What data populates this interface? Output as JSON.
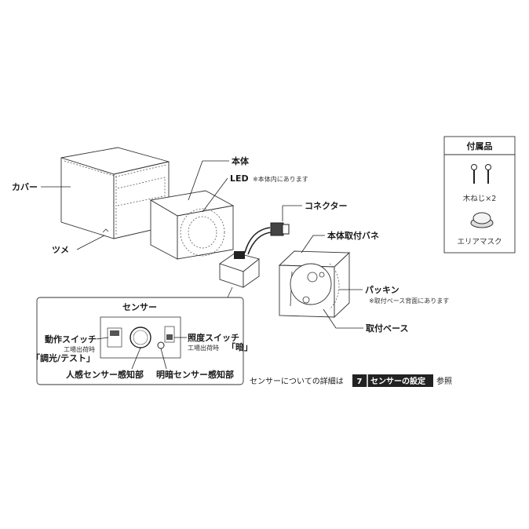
{
  "labels": {
    "cover": "カバー",
    "tab": "ツメ",
    "body": "本体",
    "led": "LED",
    "led_note": "※本体内にあります",
    "connector": "コネクター",
    "mount_spring": "本体取付バネ",
    "packing": "パッキン",
    "packing_note": "※取付ベース背面にあります",
    "mount_base": "取付ベース"
  },
  "accessories": {
    "title": "付属品",
    "wood_screw": "木ねじ×2",
    "area_mask": "エリアマスク"
  },
  "sensor": {
    "title": "センサー",
    "mode_switch": "動作スイッチ",
    "mode_default_line": "工場出荷時",
    "mode_default_value": "「調光/テスト」",
    "light_switch": "照度スイッチ",
    "light_default_prefix": "工場出荷時",
    "light_default_value": "「暗」",
    "motion_detector": "人感センサー感知部",
    "light_detector": "明暗センサー感知部"
  },
  "reference": {
    "prefix": "センサーについての詳細は",
    "badge_number": "7",
    "badge_title": "センサーの設定",
    "suffix": "参照"
  }
}
